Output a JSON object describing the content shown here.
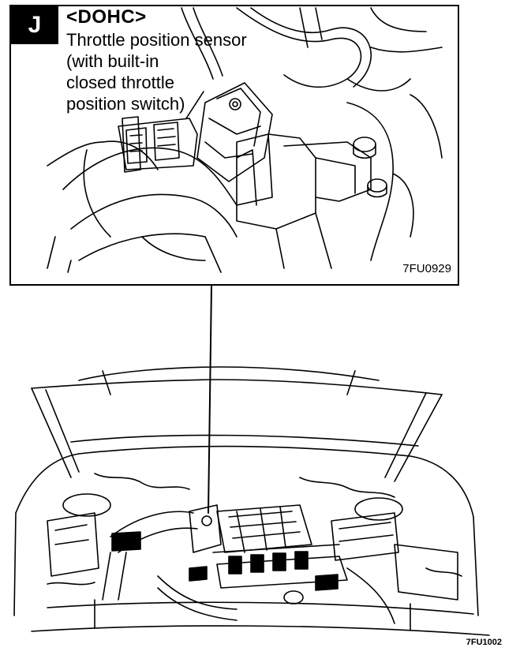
{
  "inset": {
    "badge_letter": "J",
    "engine_variant": "<DOHC>",
    "callout_lines": [
      "Throttle position sensor",
      "(with built-in",
      "closed throttle",
      "position switch)"
    ],
    "figure_code": "7FU0929"
  },
  "main_view": {
    "figure_code": "7FU1002"
  }
}
